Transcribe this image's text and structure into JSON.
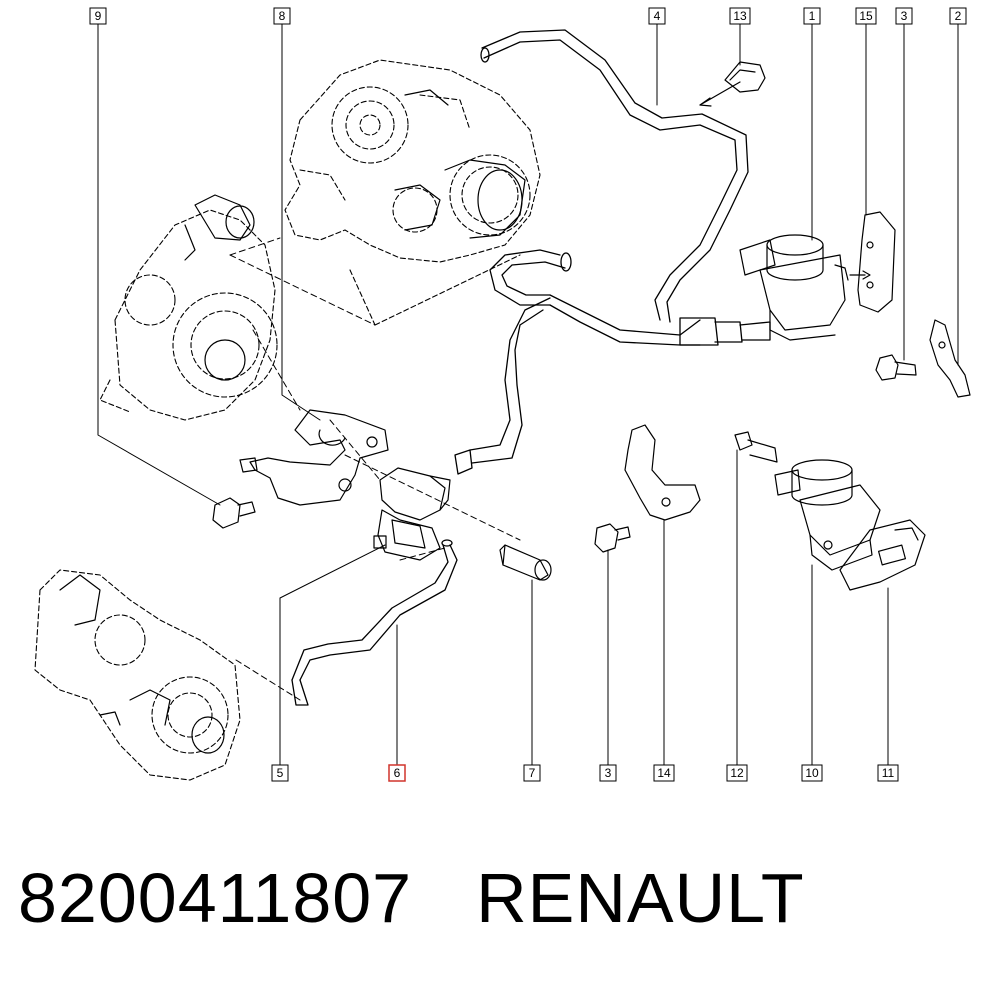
{
  "diagram": {
    "callouts": [
      {
        "id": "c9",
        "label": "9",
        "highlight": false
      },
      {
        "id": "c8",
        "label": "8",
        "highlight": false
      },
      {
        "id": "c4",
        "label": "4",
        "highlight": false
      },
      {
        "id": "c13",
        "label": "13",
        "highlight": false
      },
      {
        "id": "c1",
        "label": "1",
        "highlight": false
      },
      {
        "id": "c15",
        "label": "15",
        "highlight": false
      },
      {
        "id": "c3top",
        "label": "3",
        "highlight": false
      },
      {
        "id": "c2",
        "label": "2",
        "highlight": false
      },
      {
        "id": "c5",
        "label": "5",
        "highlight": false
      },
      {
        "id": "c6",
        "label": "6",
        "highlight": true
      },
      {
        "id": "c7",
        "label": "7",
        "highlight": false
      },
      {
        "id": "c3bot",
        "label": "3",
        "highlight": false
      },
      {
        "id": "c14",
        "label": "14",
        "highlight": false
      },
      {
        "id": "c12",
        "label": "12",
        "highlight": false
      },
      {
        "id": "c10",
        "label": "10",
        "highlight": false
      },
      {
        "id": "c11",
        "label": "11",
        "highlight": false
      }
    ],
    "highlight_color": "#d0342c"
  },
  "footer": {
    "part_number": "8200411807",
    "brand": "RENAULT"
  }
}
